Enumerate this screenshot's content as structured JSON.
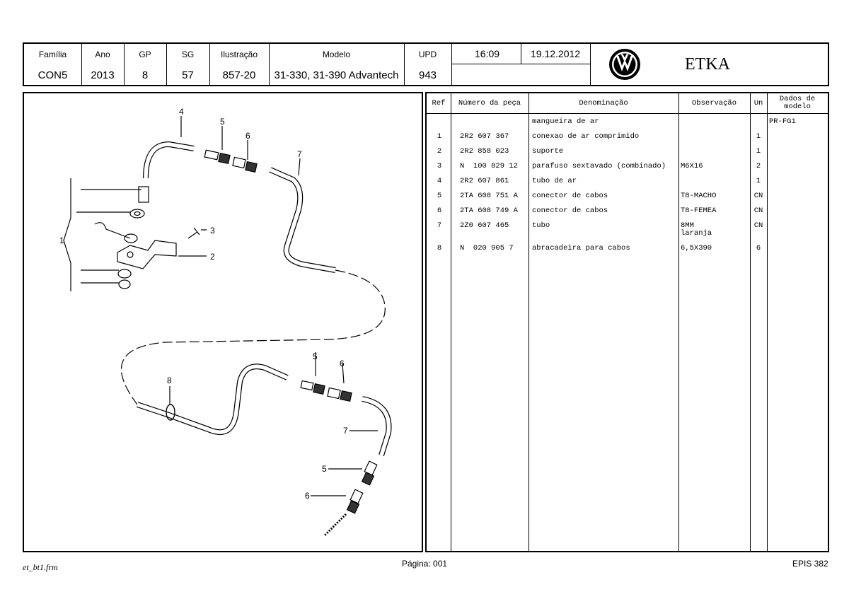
{
  "header": {
    "cells": [
      {
        "label": "Família",
        "value": "CON5"
      },
      {
        "label": "Ano",
        "value": "2013"
      },
      {
        "label": "GP",
        "value": "8"
      },
      {
        "label": "SG",
        "value": "57"
      },
      {
        "label": "Ilustração",
        "value": "857-20"
      },
      {
        "label": "Modelo",
        "value": "31-330, 31-390 Advantech"
      },
      {
        "label": "UPD",
        "value": "943"
      }
    ],
    "time": "16:09",
    "date": "19.12.2012",
    "brand": "ETKA",
    "logo_icon": "vw-logo-icon"
  },
  "table": {
    "headers": {
      "ref": "Ref",
      "part_number": "Número da peça",
      "description": "Denominação",
      "remark": "Observação",
      "unit": "Un",
      "model_data": "Dados de modelo"
    },
    "rows": [
      {
        "ref": "",
        "part": "",
        "desc": "mangueira de ar",
        "remark": "",
        "unit": "",
        "model": "PR-FG1"
      },
      {
        "ref": "1",
        "part": "2R2 607 367",
        "desc": "conexao de ar comprimido",
        "remark": "",
        "unit": "1",
        "model": ""
      },
      {
        "ref": "2",
        "part": "2R2 858 023",
        "desc": "suporte",
        "remark": "",
        "unit": "1",
        "model": ""
      },
      {
        "ref": "3",
        "part": "N  100 829 12",
        "desc": "parafuso sextavado (combinado)",
        "remark": "M6X16",
        "unit": "2",
        "model": ""
      },
      {
        "ref": "4",
        "part": "2R2 607 861",
        "desc": "tubo de ar",
        "remark": "",
        "unit": "1",
        "model": ""
      },
      {
        "ref": "5",
        "part": "2TA 608 751 A",
        "desc": "conector de cabos",
        "remark": "T8-MACHO",
        "unit": "CN",
        "model": ""
      },
      {
        "ref": "6",
        "part": "2TA 608 749 A",
        "desc": "conector de cabos",
        "remark": "T8-FEMEA",
        "unit": "CN",
        "model": ""
      },
      {
        "ref": "7",
        "part": "2Z0 607 465",
        "desc": "tubo",
        "remark": "8MM\nlaranja",
        "unit": "CN",
        "model": ""
      },
      {
        "ref": "8",
        "part": "N  020 905 7",
        "desc": "abracadeira para cabos",
        "remark": "6,5X390",
        "unit": "6",
        "model": ""
      }
    ]
  },
  "illustration": {
    "callouts": [
      "1",
      "2",
      "3",
      "4",
      "5",
      "6",
      "7",
      "8",
      "5",
      "6",
      "7",
      "5",
      "6"
    ]
  },
  "footer": {
    "left": "et_bt1.frm",
    "center": "Página: 001",
    "right": "EPIS 382"
  }
}
